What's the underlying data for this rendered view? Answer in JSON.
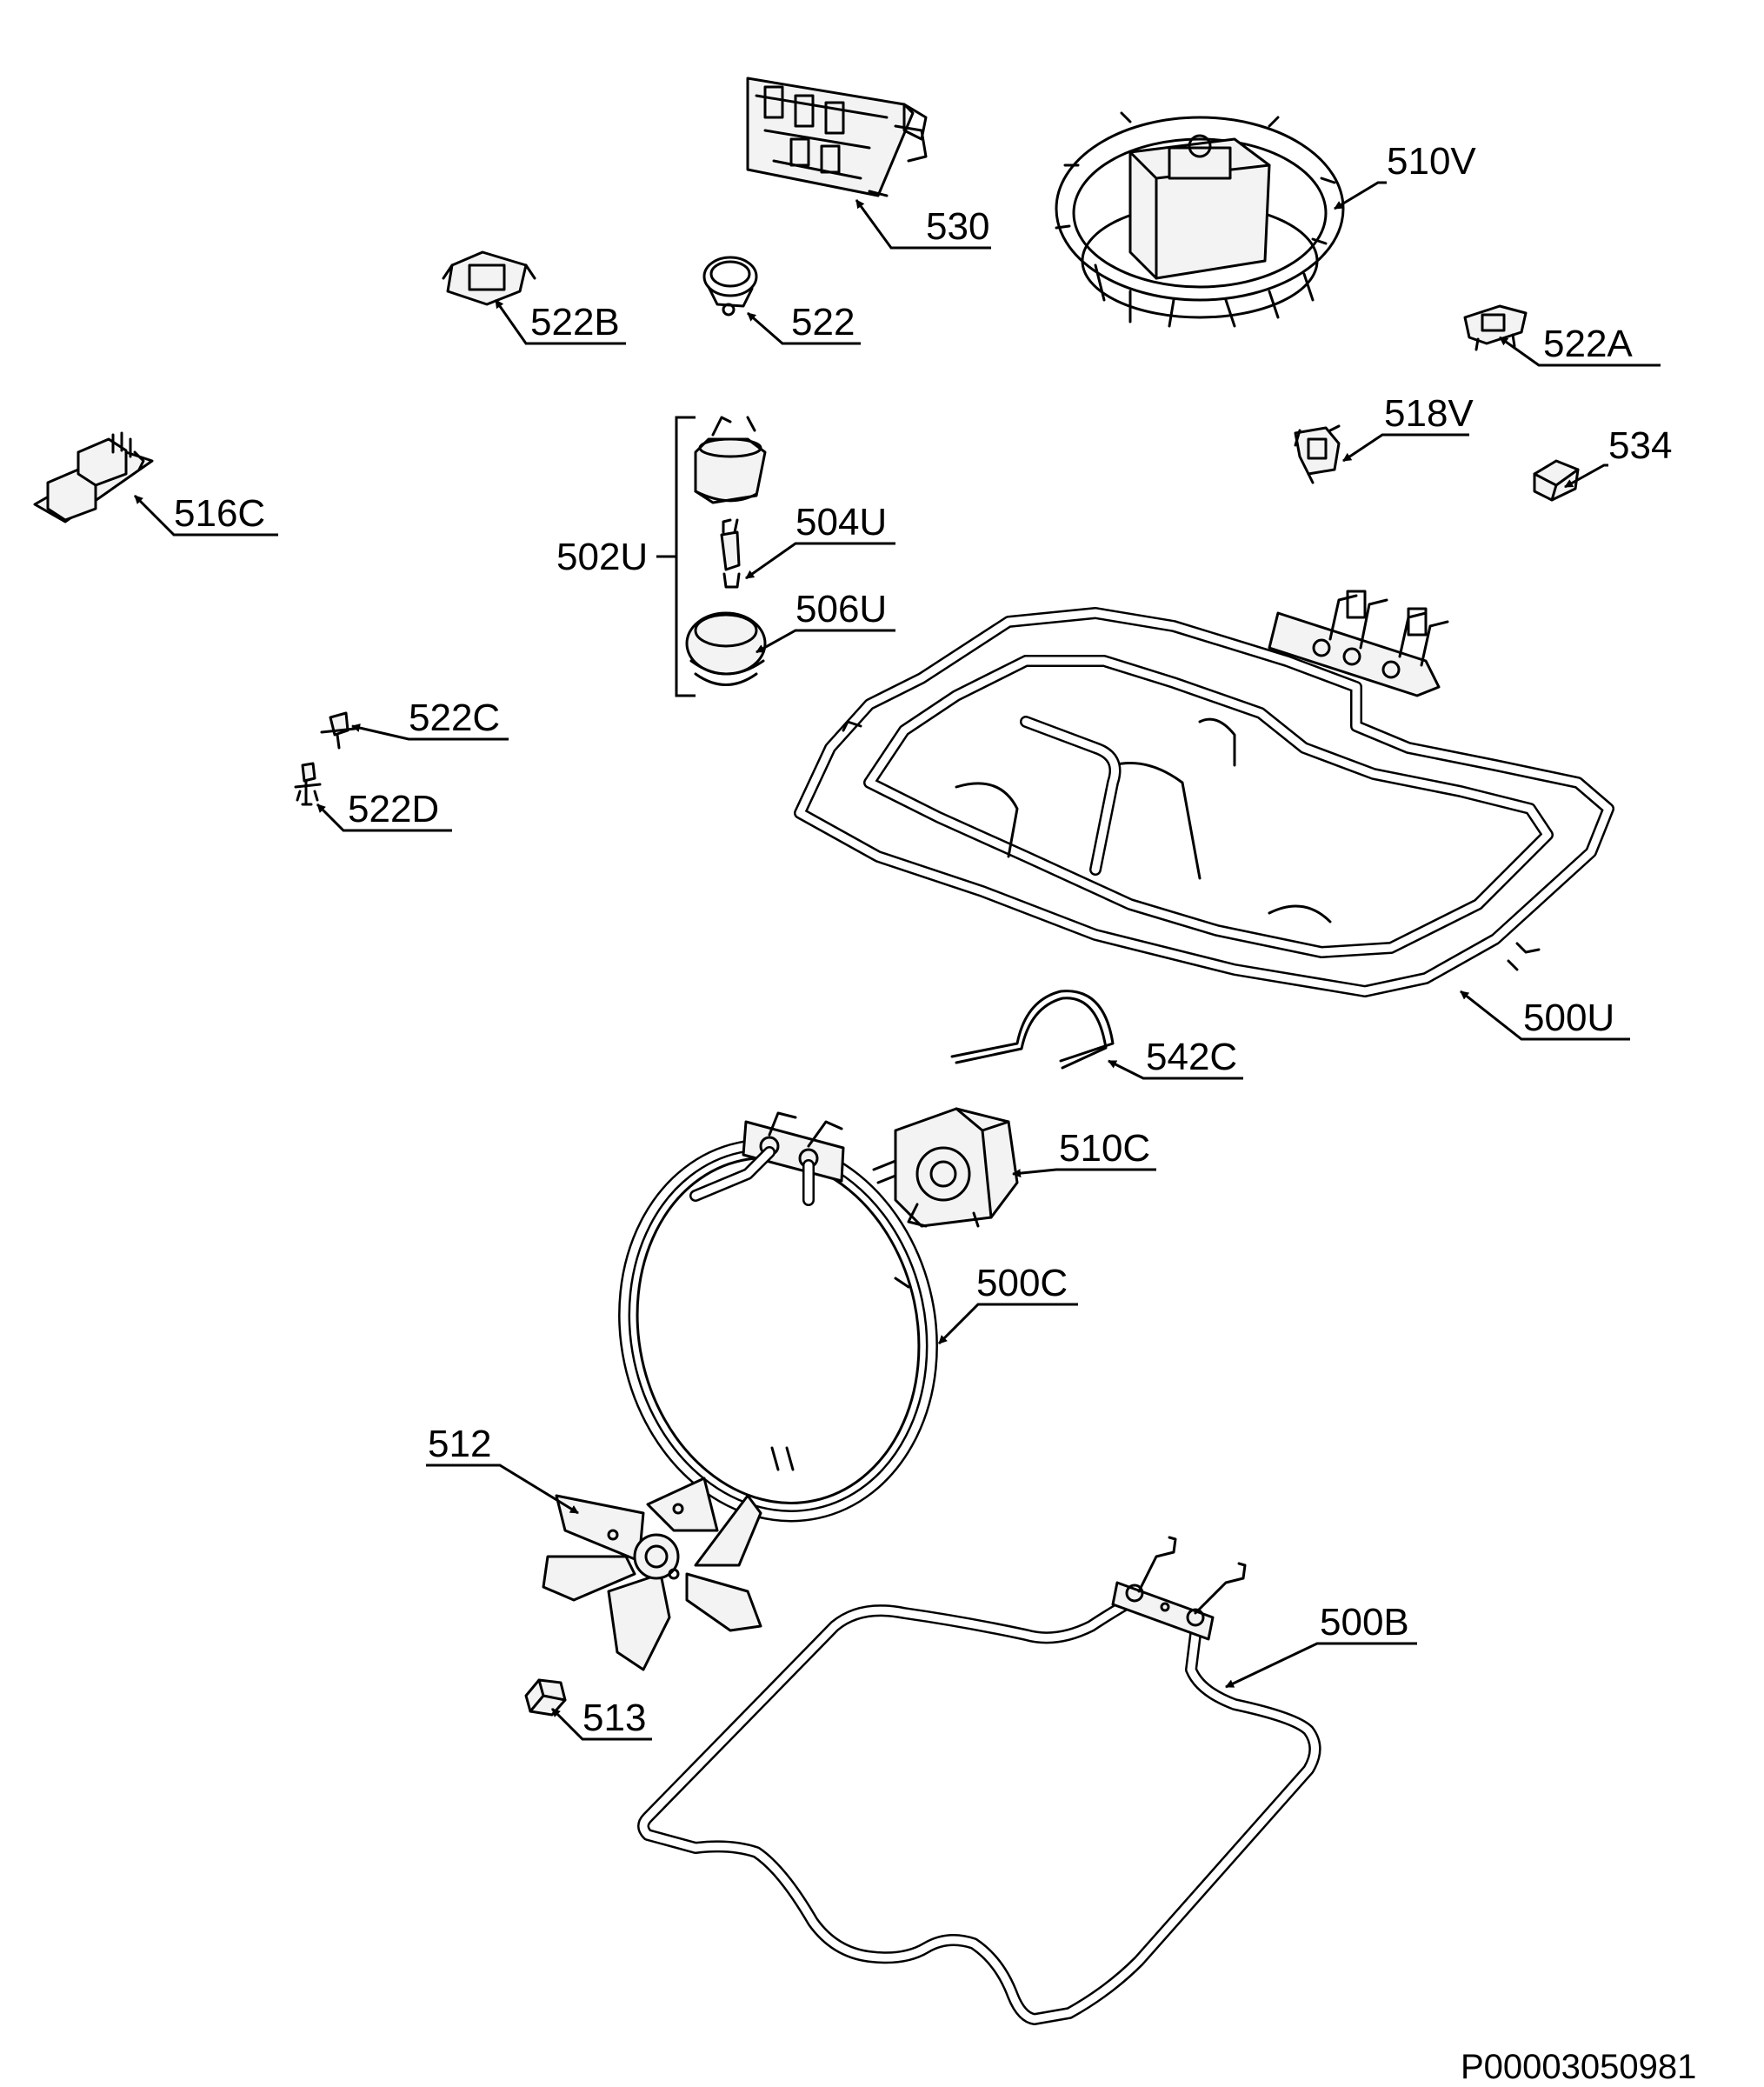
{
  "labels": {
    "p530": "530",
    "p510v": "510V",
    "p522b": "522B",
    "p522": "522",
    "p522a": "522A",
    "p518v": "518V",
    "p534": "534",
    "p516c": "516C",
    "p502u": "502U",
    "p504u": "504U",
    "p506u": "506U",
    "p522c": "522C",
    "p522d": "522D",
    "p500u": "500U",
    "p542c": "542C",
    "p510c": "510C",
    "p500c": "500C",
    "p512": "512",
    "p513": "513",
    "p500b": "500B"
  },
  "drawing_code": "P00003050981"
}
